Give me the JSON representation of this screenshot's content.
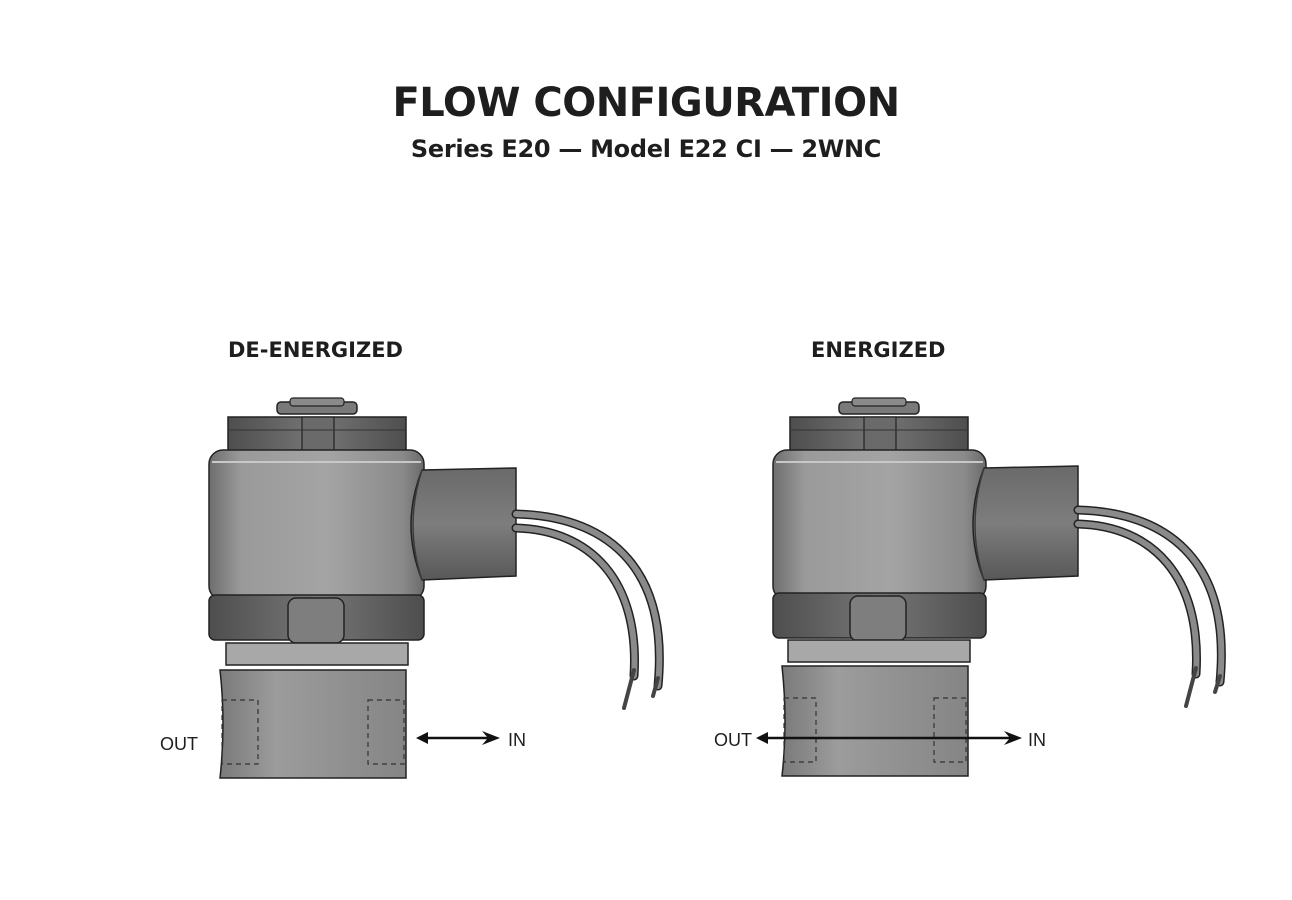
{
  "header": {
    "title": "FLOW CONFIGURATION",
    "subtitle": "Series E20 — Model E22 CI — 2WNC"
  },
  "panels": [
    {
      "state_label": "DE-ENERGIZED",
      "out_label": "OUT",
      "in_label": "IN",
      "flow_through": false
    },
    {
      "state_label": "ENERGIZED",
      "out_label": "OUT",
      "in_label": "IN",
      "flow_through": true
    }
  ],
  "colors": {
    "body_gray": "#8f8f8f",
    "dark_gray": "#5f5f5f",
    "outline": "#222222",
    "text": "#1e1e1e"
  },
  "icons": {
    "flow_arrow": "arrow-left-icon",
    "valve": "solenoid-valve-icon"
  }
}
